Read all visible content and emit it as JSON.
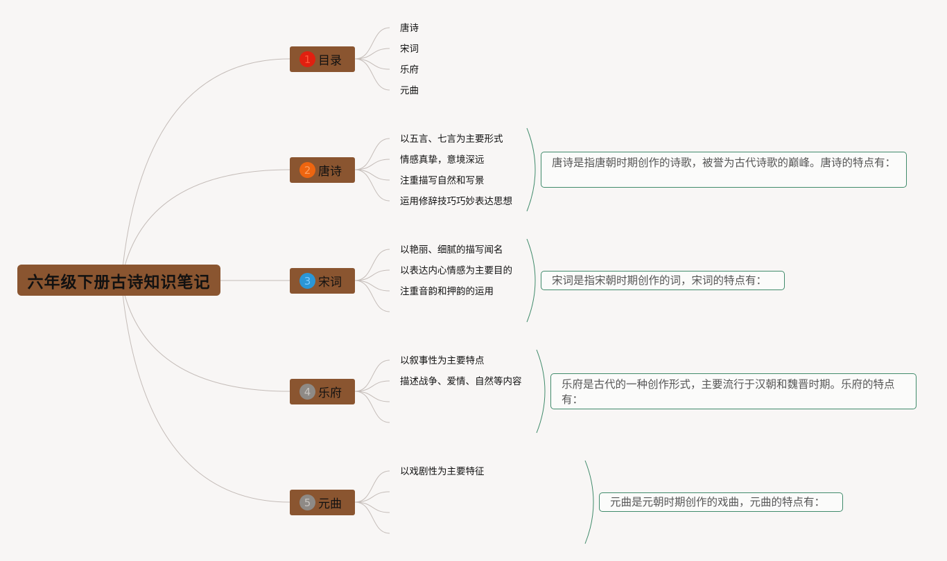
{
  "root": {
    "title": "六年级下册古诗知识笔记"
  },
  "topics": [
    {
      "number": "1",
      "label": "目录",
      "badge_color": "#e02010",
      "number_color": "#ff5a3c",
      "items": [
        "唐诗",
        "宋词",
        "乐府",
        "元曲"
      ],
      "description": ""
    },
    {
      "number": "2",
      "label": "唐诗",
      "badge_color": "#ee6510",
      "number_color": "#ffa060",
      "items": [
        "以五言、七言为主要形式",
        "情感真挚，意境深远",
        "注重描写自然和写景",
        "运用修辞技巧巧妙表达思想"
      ],
      "description": "唐诗是指唐朝时期创作的诗歌，被誉为古代诗歌的巅峰。唐诗的特点有："
    },
    {
      "number": "3",
      "label": "宋词",
      "badge_color": "#2a96d6",
      "number_color": "#7fcbff",
      "items": [
        "以艳丽、细腻的描写闻名",
        "以表达内心情感为主要目的",
        "注重音韵和押韵的运用"
      ],
      "description": "宋词是指宋朝时期创作的词，宋词的特点有："
    },
    {
      "number": "4",
      "label": "乐府",
      "badge_color": "#8e8a86",
      "number_color": "#c8c4c0",
      "items": [
        "以叙事性为主要特点",
        "描述战争、爱情、自然等内容"
      ],
      "description": "乐府是古代的一种创作形式，主要流行于汉朝和魏晋时期。乐府的特点有："
    },
    {
      "number": "5",
      "label": "元曲",
      "badge_color": "#8e8a86",
      "number_color": "#c8c4c0",
      "items": [
        "以戏剧性为主要特征"
      ],
      "description": "元曲是元朝时期创作的戏曲，元曲的特点有："
    }
  ],
  "colors": {
    "node_fill": "#8a5530",
    "connector": "#c4bcb8",
    "bracket": "#3f8a6a",
    "background": "#f8f6f5"
  }
}
